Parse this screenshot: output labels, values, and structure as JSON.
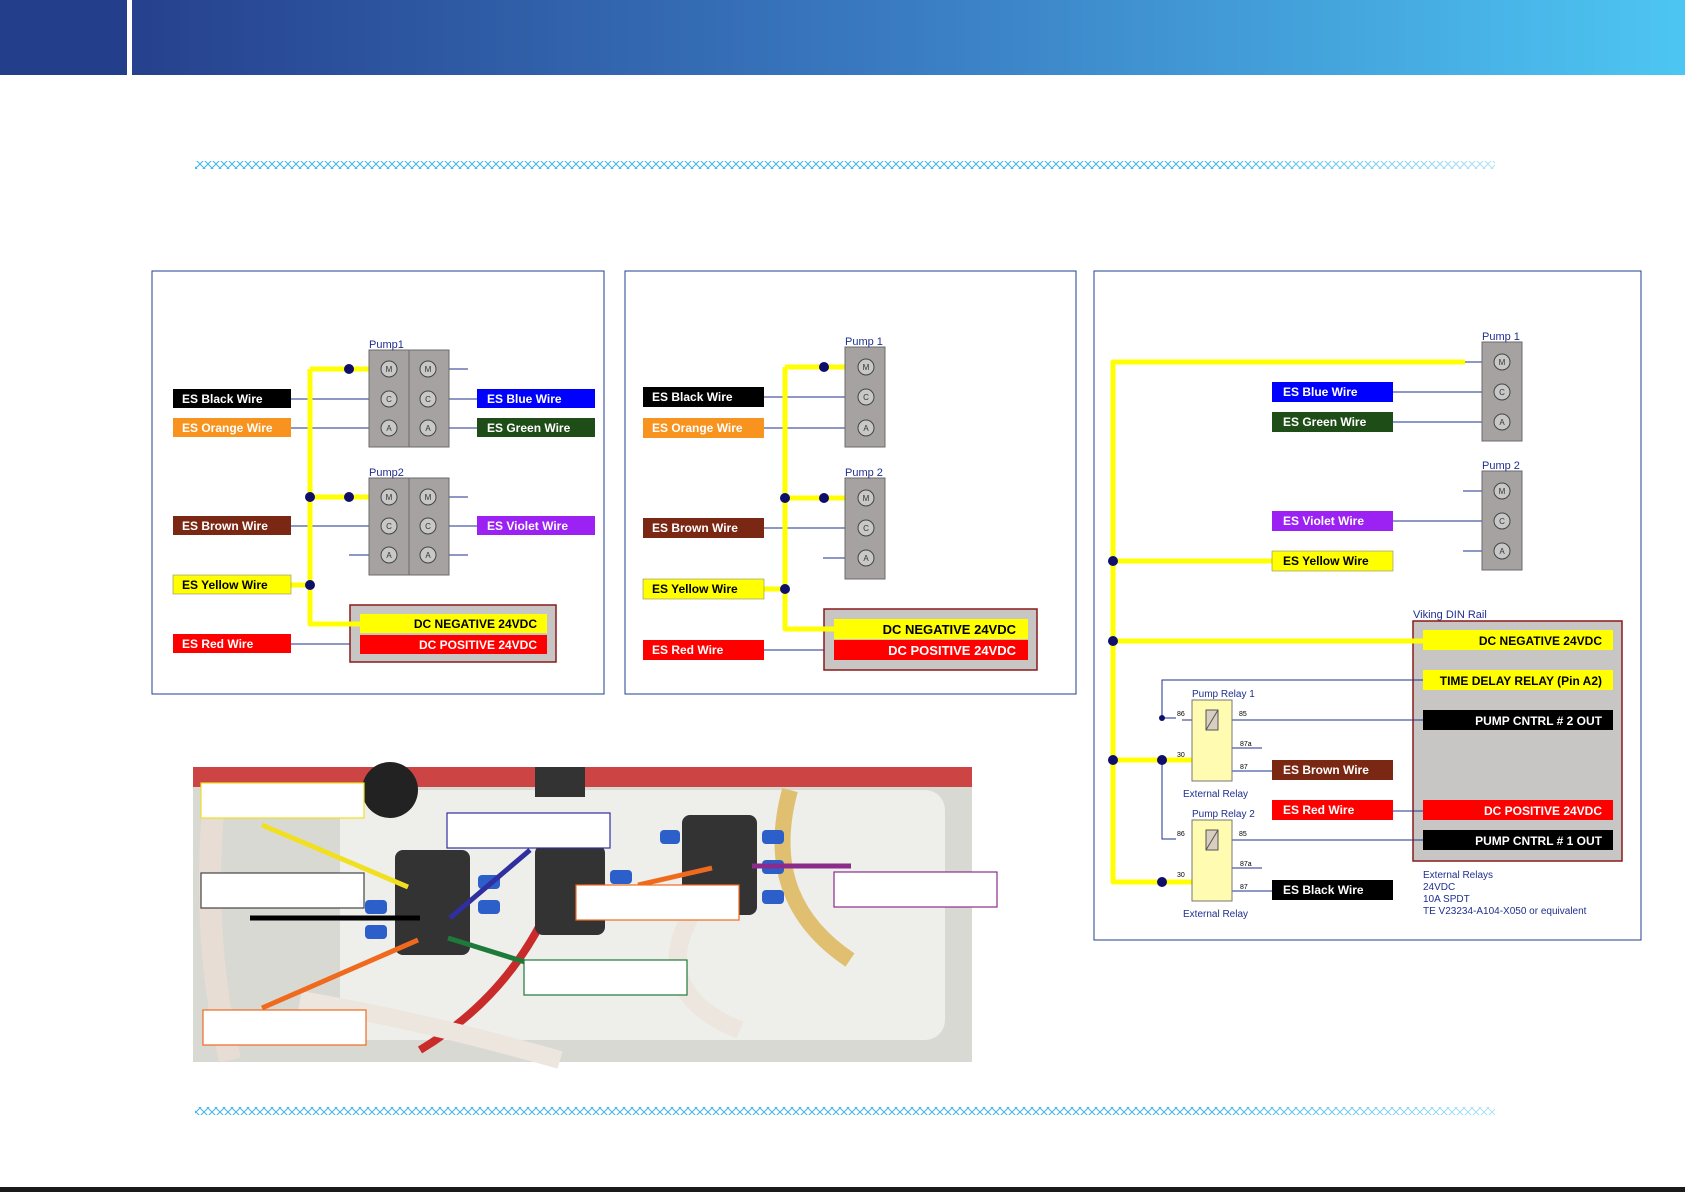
{
  "colors": {
    "es_black": "#000000",
    "es_orange": "#f7931e",
    "es_blue": "#0000ff",
    "es_green": "#1e4d17",
    "es_brown": "#7a2814",
    "es_violet": "#9b22f2",
    "es_yellow": "#ffff00",
    "es_red": "#ff0000",
    "dc_negative": "#ffff00",
    "dc_positive": "#ff0000",
    "pump_box": "#a7a2a2",
    "header_dark": "#233e8b",
    "header_light": "#4dc6f3",
    "node": "#0f0f6b"
  },
  "panel1": {
    "pump1_label": "Pump1",
    "pump2_label": "Pump2",
    "terminal_m": "M",
    "terminal_c": "C",
    "terminal_a": "A",
    "wires": {
      "black": "ES Black Wire",
      "orange": "ES Orange Wire",
      "brown": "ES Brown Wire",
      "yellow": "ES Yellow Wire",
      "red": "ES Red Wire",
      "blue": "ES Blue Wire",
      "green": "ES Green Wire",
      "violet": "ES Violet Wire"
    },
    "dc_negative": "DC NEGATIVE 24VDC",
    "dc_positive": "DC POSITIVE 24VDC"
  },
  "panel2": {
    "pump1_label": "Pump 1",
    "pump2_label": "Pump 2",
    "wires": {
      "black": "ES Black Wire",
      "orange": "ES Orange Wire",
      "brown": "ES Brown Wire",
      "yellow": "ES Yellow Wire",
      "red": "ES Red Wire"
    },
    "dc_negative": "DC NEGATIVE 24VDC",
    "dc_positive": "DC POSITIVE 24VDC"
  },
  "panel3": {
    "pump1_label": "Pump 1",
    "pump2_label": "Pump 2",
    "wires": {
      "blue": "ES Blue Wire",
      "green": "ES Green Wire",
      "violet": "ES Violet Wire",
      "yellow": "ES Yellow Wire",
      "brown": "ES Brown Wire",
      "red": "ES Red Wire",
      "black": "ES Black Wire"
    },
    "din_rail": "Viking DIN Rail",
    "dc_negative": "DC NEGATIVE 24VDC",
    "time_delay": "TIME DELAY RELAY (Pin A2)",
    "pump_cntrl_2": "PUMP CNTRL # 2 OUT",
    "dc_positive": "DC POSITIVE 24VDC",
    "pump_cntrl_1": "PUMP CNTRL # 1 OUT",
    "relay1": "Pump Relay 1",
    "relay2": "Pump Relay 2",
    "external_relay": "External Relay",
    "pin86": "86",
    "pin85": "85",
    "pin30": "30",
    "pin87a": "87a",
    "pin87": "87",
    "notes": [
      "External Relays",
      "24VDC",
      "10A SPDT",
      "TE V23234-A104-X050 or equivalent"
    ]
  }
}
